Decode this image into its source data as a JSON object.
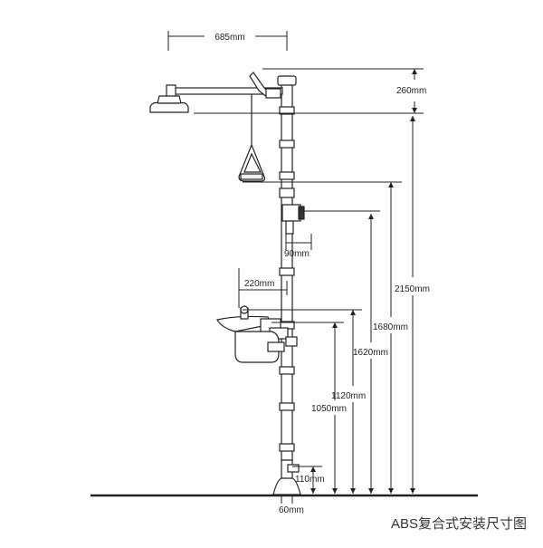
{
  "title": "ABS复合式安装尺寸图",
  "dimensions": {
    "shower_arm_width": "685mm",
    "shower_head_height": "260mm",
    "push_valve_width": "90mm",
    "eyewash_arm_width": "220mm",
    "total_height": "2150mm",
    "pull_handle_height": "1680mm",
    "push_valve_height": "1620mm",
    "eyewash_height": "1120mm",
    "eyewash_bowl_height": "1050mm",
    "inlet_height": "110mm",
    "base_width": "60mm"
  },
  "colors": {
    "line": "#222222",
    "fill": "#ffffff"
  }
}
